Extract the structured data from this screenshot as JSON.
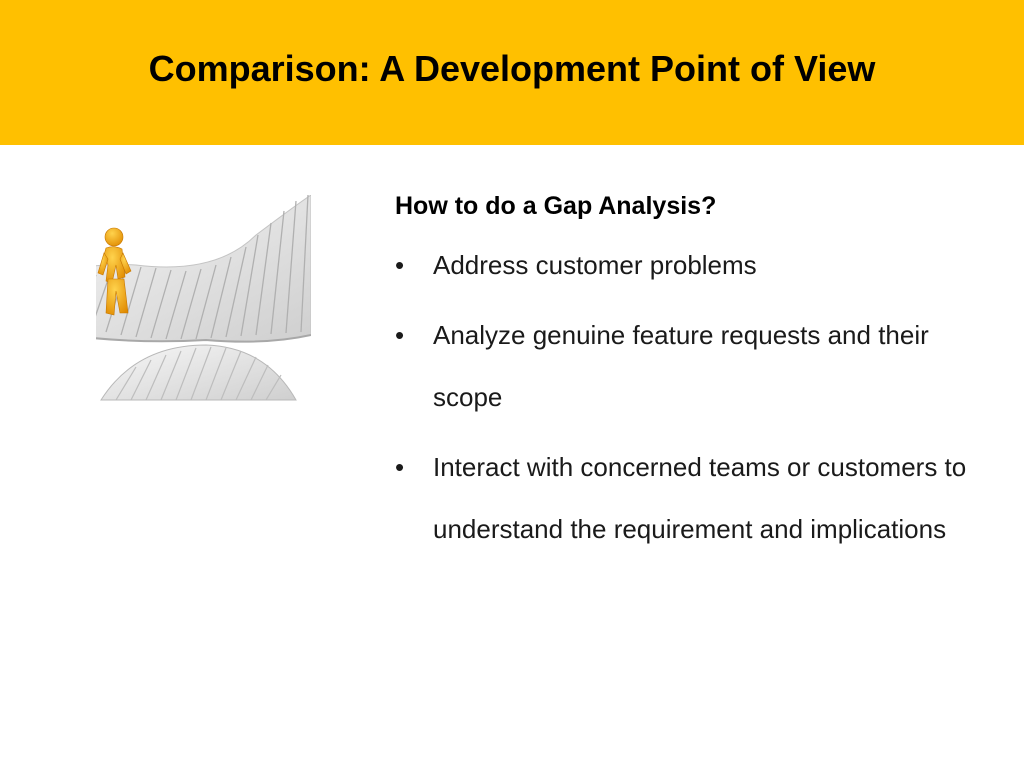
{
  "slide": {
    "title": "Comparison: A Development Point of View",
    "subheading": "How to do a Gap Analysis?",
    "bullets": [
      "Address customer problems",
      "Analyze genuine feature requests and their scope",
      "Interact with concerned teams or customers to understand the requirement and implications"
    ]
  },
  "colors": {
    "title_bar": "#FFC000",
    "figure": "#F0A020"
  },
  "illustration": {
    "icon": "spiral-staircase-person-icon"
  }
}
